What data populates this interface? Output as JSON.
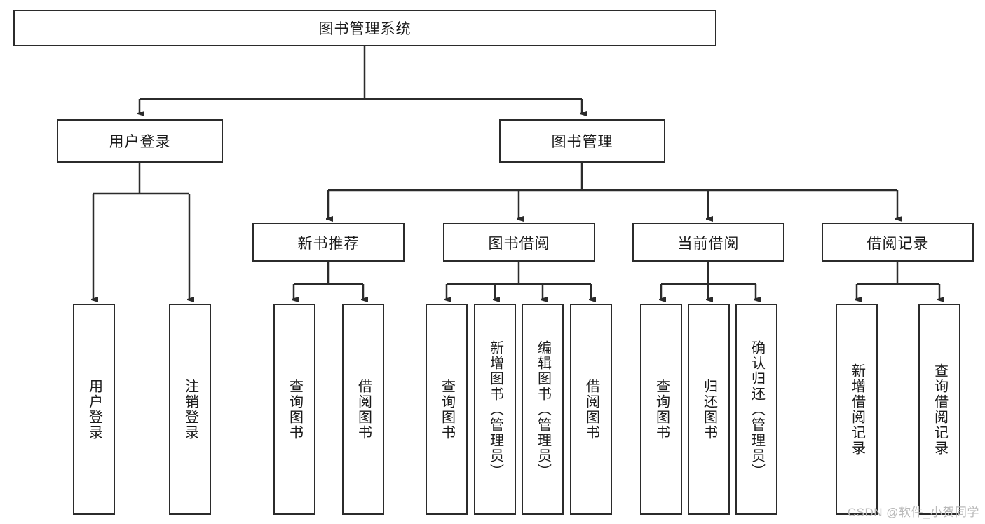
{
  "diagram": {
    "title": "图书管理系统",
    "type": "tree",
    "root": {
      "label": "图书管理系统",
      "id": "root"
    },
    "level2": [
      {
        "id": "user-login",
        "label": "用户登录"
      },
      {
        "id": "book-manage",
        "label": "图书管理"
      }
    ],
    "level3": [
      {
        "id": "new-book-rec",
        "label": "新书推荐",
        "parent": "book-manage"
      },
      {
        "id": "book-borrow",
        "label": "图书借阅",
        "parent": "book-manage"
      },
      {
        "id": "current-borrow",
        "label": "当前借阅",
        "parent": "book-manage"
      },
      {
        "id": "borrow-record",
        "label": "借阅记录",
        "parent": "book-manage"
      }
    ],
    "leaves": {
      "user-login": [
        {
          "id": "leaf-user-login",
          "label": "用户登录"
        },
        {
          "id": "leaf-logout",
          "label": "注销登录"
        }
      ],
      "new-book-rec": [
        {
          "id": "leaf-query-book-1",
          "label": "查询图书"
        },
        {
          "id": "leaf-borrow-book-1",
          "label": "借阅图书"
        }
      ],
      "book-borrow": [
        {
          "id": "leaf-query-book-2",
          "label": "查询图书"
        },
        {
          "id": "leaf-add-book",
          "label": "新增图书（管理员）"
        },
        {
          "id": "leaf-edit-book",
          "label": "编辑图书（管理员）"
        },
        {
          "id": "leaf-borrow-book-2",
          "label": "借阅图书"
        }
      ],
      "current-borrow": [
        {
          "id": "leaf-query-book-3",
          "label": "查询图书"
        },
        {
          "id": "leaf-return-book",
          "label": "归还图书"
        },
        {
          "id": "leaf-confirm-return",
          "label": "确认归还（管理员）"
        }
      ],
      "borrow-record": [
        {
          "id": "leaf-add-record",
          "label": "新增借阅记录"
        },
        {
          "id": "leaf-query-record",
          "label": "查询借阅记录"
        }
      ]
    }
  },
  "watermark": {
    "text": "CSDN @软件_小贺同学"
  },
  "colors": {
    "stroke": "#2b2b2b",
    "fill": "#ffffff",
    "text": "#1a1a1a",
    "watermark": "#b9b9b9"
  }
}
